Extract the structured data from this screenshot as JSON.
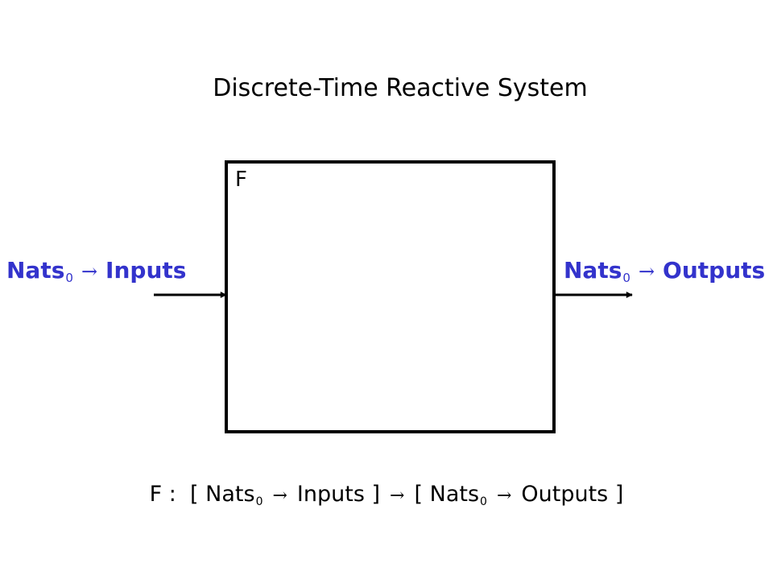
{
  "title": "Discrete-Time Reactive System",
  "box_label": "F",
  "input": {
    "base": "Nats",
    "subscript": "0",
    "arrow": "→",
    "target": "Inputs"
  },
  "output": {
    "base": "Nats",
    "subscript": "0",
    "arrow": "→",
    "target": "Outputs"
  },
  "formula": {
    "fn": "F",
    "colon": ":",
    "lbracket": "[",
    "rbracket": "]",
    "nats": "Nats",
    "subscript": "0",
    "arrow": "→",
    "inputs": "Inputs",
    "outputs": "Outputs"
  },
  "colors": {
    "signal": "#3333cc",
    "line": "#000000"
  }
}
